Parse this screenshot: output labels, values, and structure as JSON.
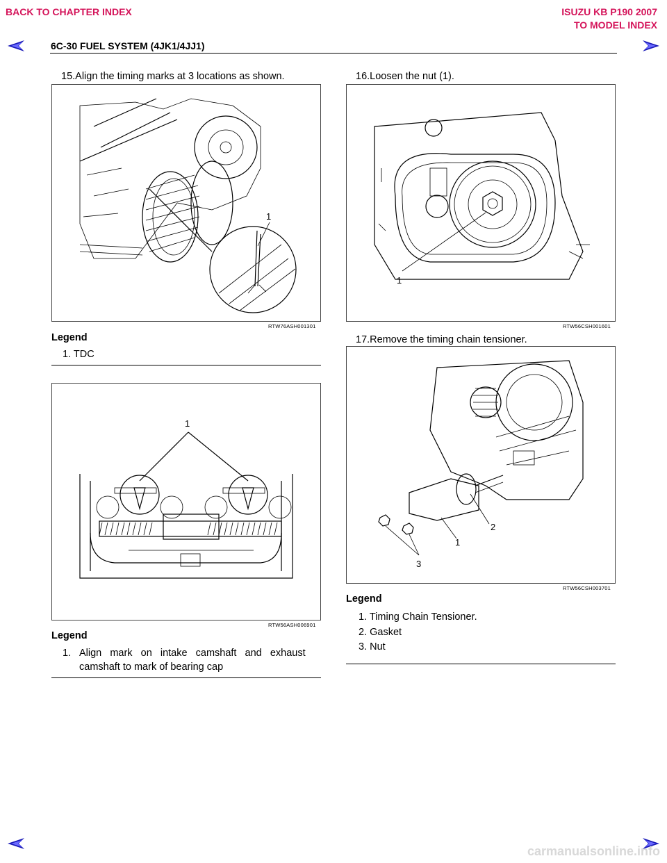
{
  "header": {
    "back_to_chapter": "BACK TO CHAPTER INDEX",
    "model_name": "ISUZU KB P190 2007",
    "to_model_index": "TO MODEL INDEX",
    "page_title": "6C-30  FUEL SYSTEM (4JK1/4JJ1)"
  },
  "colors": {
    "link": "#d4145a",
    "nav_arrow": "#1a1ab8"
  },
  "left": {
    "step15": "15.Align the timing marks at 3 locations as shown.",
    "fig1": {
      "code": "RTW76ASH001301",
      "callouts": [
        "1"
      ]
    },
    "legend1_title": "Legend",
    "legend1_items": [
      "1.  TDC"
    ],
    "fig2": {
      "code": "RTW56ASH006901",
      "callouts": [
        "1"
      ]
    },
    "legend2_title": "Legend",
    "legend2_item_num": "1.",
    "legend2_item_line1": "Align   mark   on   intake   camshaft   and   exhaust",
    "legend2_item_line2": "camshaft to mark of bearing cap"
  },
  "right": {
    "step16": "16.Loosen the nut (1).",
    "fig3": {
      "code": "RTW56CSH001601",
      "callouts": [
        "1"
      ]
    },
    "step17": "17.Remove the timing chain tensioner.",
    "fig4": {
      "code": "RTW56CSH003701",
      "callouts": [
        "2",
        "1",
        "3"
      ]
    },
    "legend_title": "Legend",
    "legend_items": [
      "1.  Timing Chain Tensioner.",
      "2.  Gasket",
      "3.  Nut"
    ]
  },
  "footer": {
    "watermark": "carmanualsonline.info"
  },
  "icons": {
    "prev": "left-arrow-icon",
    "next": "right-arrow-icon"
  }
}
